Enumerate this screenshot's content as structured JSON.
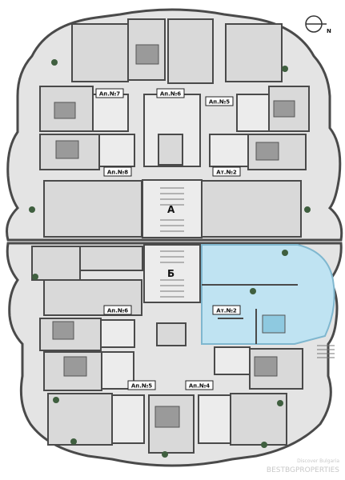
{
  "colors": {
    "wall": "#4a4a4a",
    "floor": "#d9d9d9",
    "floor_light": "#ececec",
    "highlight": "#bfe3f2",
    "highlight_stroke": "#7fb7cf",
    "balcony": "#e4e4e4",
    "bed": "#9a9a9a",
    "plant": "#3f5f3f"
  },
  "icons": {
    "compass": "compass-north-icon"
  },
  "compass_letter": "N",
  "sections": {
    "a": "А",
    "b": "Б"
  },
  "units": {
    "a7": "Ап.№7",
    "a6_top": "Ап.№6",
    "a5_top": "Ап.№5",
    "a8": "Ап.№8",
    "a2_top": "Ат.№2",
    "a6_bottom": "Ап.№6",
    "a2_bottom": "Ат.№2",
    "a5_bottom": "Ап.№5",
    "a4": "Ап.№4"
  },
  "watermark": {
    "line1": "Discover Bulgaria",
    "line2": "BESTBGPROPERTIES"
  }
}
